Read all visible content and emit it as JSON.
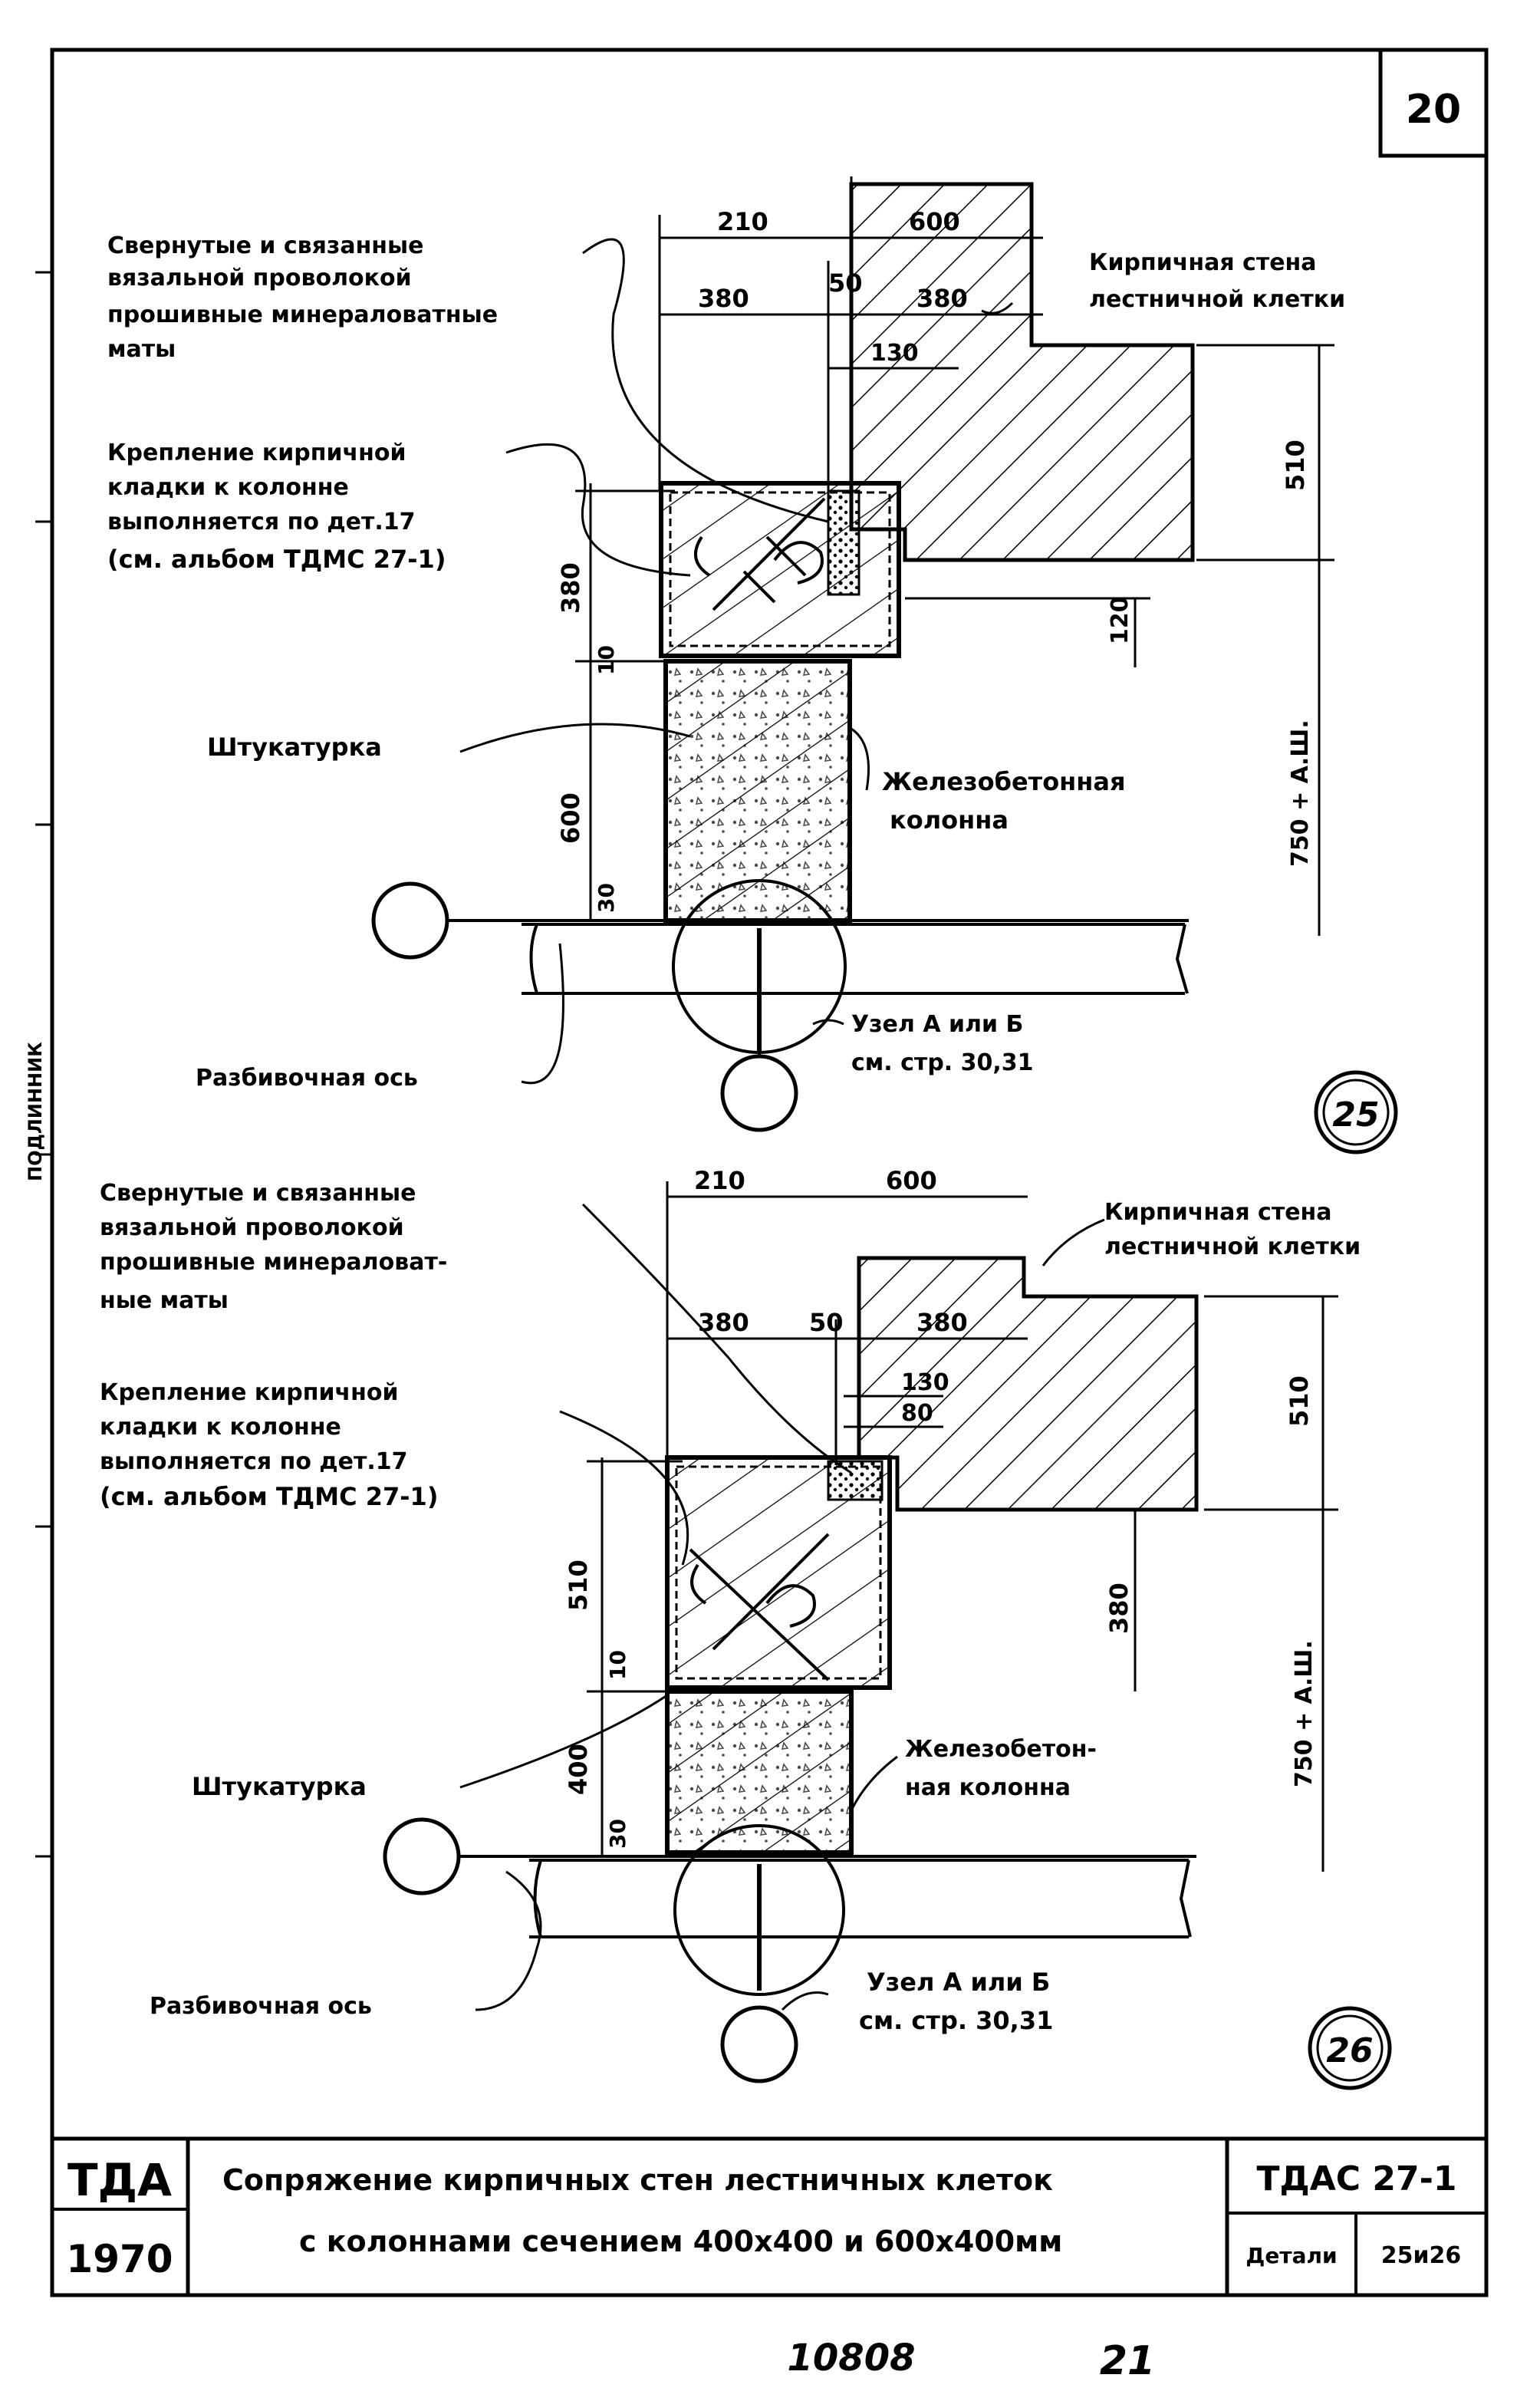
{
  "sheet": {
    "page_number": "20",
    "bottom_inventory": "10808",
    "bottom_page": "21",
    "margin_stamp": "ПОДЛИННИК"
  },
  "detail_25": {
    "number": "25",
    "dims": {
      "d210": "210",
      "d600": "600",
      "d380a": "380",
      "d50": "50",
      "d380b": "380",
      "d130": "130",
      "d510": "510",
      "d120": "120",
      "d380v": "380",
      "d10": "10",
      "d600v": "600",
      "d30": "30",
      "d750": "750 + А.Ш."
    },
    "note_mats": [
      "Свернутые и связанные",
      "вязальной проволокой",
      "прошивные минераловатные",
      "маты"
    ],
    "note_anchor": [
      "Крепление кирпичной",
      "кладки к колонне",
      "выполняется по дет.17",
      "(см. альбом ТДМС 27-1)"
    ],
    "note_wall": [
      "Кирпичная стена",
      "лестничной клетки"
    ],
    "note_plaster": "Штукатурка",
    "note_column": [
      "Железобетонная",
      "колонна"
    ],
    "note_axis": "Разбивочная ось",
    "note_node": [
      "Узел А или Б",
      "см. стр. 30,31"
    ]
  },
  "detail_26": {
    "number": "26",
    "dims": {
      "d210": "210",
      "d600": "600",
      "d380a": "380",
      "d50": "50",
      "d380b": "380",
      "d130": "130",
      "d80": "80",
      "d510": "510",
      "d380r": "380",
      "d510v": "510",
      "d10": "10",
      "d400": "400",
      "d30": "30",
      "d750": "750 + А.Ш."
    },
    "note_mats": [
      "Свернутые и связанные",
      "вязальной проволокой",
      "прошивные минераловат-",
      "ные маты"
    ],
    "note_anchor": [
      "Крепление кирпичной",
      "кладки к колонне",
      "выполняется по дет.17",
      "(см. альбом ТДМС 27-1)"
    ],
    "note_wall": [
      "Кирпичная стена",
      "лестничной клетки"
    ],
    "note_plaster": "Штукатурка",
    "note_column": [
      "Железобетон-",
      "ная колонна"
    ],
    "note_axis": "Разбивочная ось",
    "note_node": [
      "Узел А или Б",
      "см. стр. 30,31"
    ]
  },
  "title_block": {
    "org": "ТДА",
    "year": "1970",
    "title_line1": "Сопряжение кирпичных стен лестничных клеток",
    "title_line2": "с колоннами сечением 400х400 и 600х400мм",
    "album": "ТДАС 27-1",
    "kind": "Детали",
    "details": "25и26"
  }
}
